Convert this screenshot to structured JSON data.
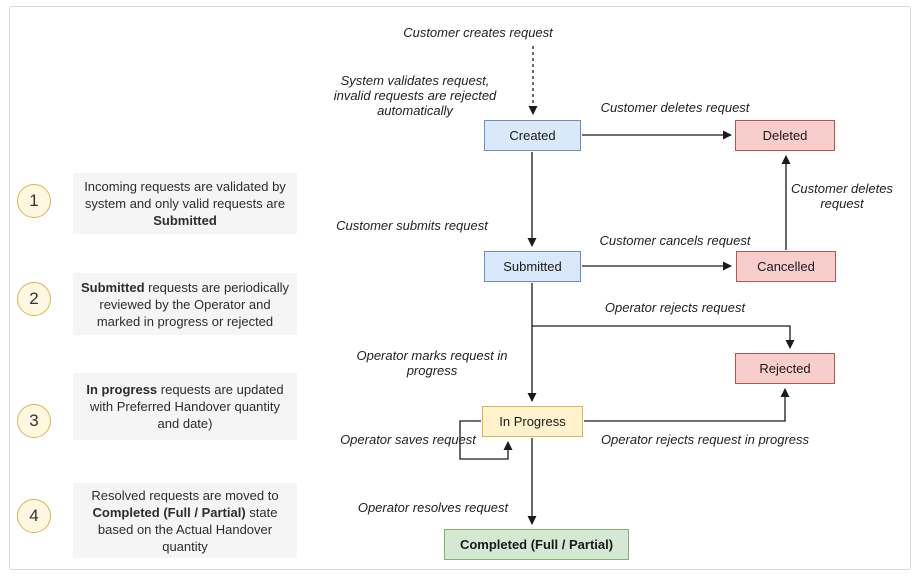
{
  "colors": {
    "blue_fill": "#dae8fc",
    "blue_border": "#6c8ebf",
    "red_fill": "#f8cecc",
    "red_border": "#b85450",
    "yellow_fill": "#fff2cc",
    "yellow_border": "#d6b656",
    "green_fill": "#d5e8d4",
    "green_border": "#82b366",
    "note_bg": "#f5f5f5",
    "circle_fill": "#fff7e0",
    "circle_border": "#d6b656",
    "edge_stroke": "#1a1a1a"
  },
  "flow": {
    "nodes": {
      "created": {
        "label": "Created"
      },
      "deleted": {
        "label": "Deleted"
      },
      "submitted": {
        "label": "Submitted"
      },
      "cancelled": {
        "label": "Cancelled"
      },
      "rejected": {
        "label": "Rejected"
      },
      "in_progress": {
        "label": "In Progress"
      },
      "completed": {
        "label": "Completed (Full / Partial)"
      }
    },
    "edge_labels": {
      "creates": "Customer creates request",
      "validates": "System validates request, invalid requests are rejected automatically",
      "deletes_top": "Customer deletes request",
      "deletes_side": "Customer deletes request",
      "submits": "Customer submits request",
      "cancels": "Customer cancels request",
      "rejects": "Operator rejects request",
      "marks_in_progress": "Operator marks request in progress",
      "saves": "Operator saves request",
      "rejects_in_progress": "Operator rejects request in progress",
      "resolves": "Operator resolves request"
    },
    "edges": [
      {
        "from": "start",
        "to": "created",
        "label": "Customer creates request",
        "style": "dashed"
      },
      {
        "from": "created",
        "to": "deleted",
        "label": "Customer deletes request"
      },
      {
        "from": "created",
        "to": "submitted",
        "label": "Customer submits request"
      },
      {
        "from": "cancelled",
        "to": "deleted",
        "label": "Customer deletes request"
      },
      {
        "from": "submitted",
        "to": "cancelled",
        "label": "Customer cancels request"
      },
      {
        "from": "submitted",
        "to": "rejected",
        "label": "Operator rejects request"
      },
      {
        "from": "submitted",
        "to": "in_progress",
        "label": "Operator marks request in progress"
      },
      {
        "from": "in_progress",
        "to": "in_progress",
        "label": "Operator saves request"
      },
      {
        "from": "in_progress",
        "to": "rejected",
        "label": "Operator rejects request in progress"
      },
      {
        "from": "in_progress",
        "to": "completed",
        "label": "Operator resolves request"
      }
    ]
  },
  "annotations": [
    {
      "number": "1",
      "pre": "Incoming requests are validated by system and only valid requests are ",
      "bold": "Submitted",
      "post": ""
    },
    {
      "number": "2",
      "pre": "",
      "bold": "Submitted",
      "post": " requests are periodically reviewed by the Operator and marked in progress or rejected"
    },
    {
      "number": "3",
      "pre": "",
      "bold": "In progress",
      "post": " requests are updated with Preferred Handover quantity and date)"
    },
    {
      "number": "4",
      "pre": "Resolved requests are moved to ",
      "bold": "Completed (Full / Partial)",
      "post": " state based on the Actual Handover quantity"
    }
  ]
}
